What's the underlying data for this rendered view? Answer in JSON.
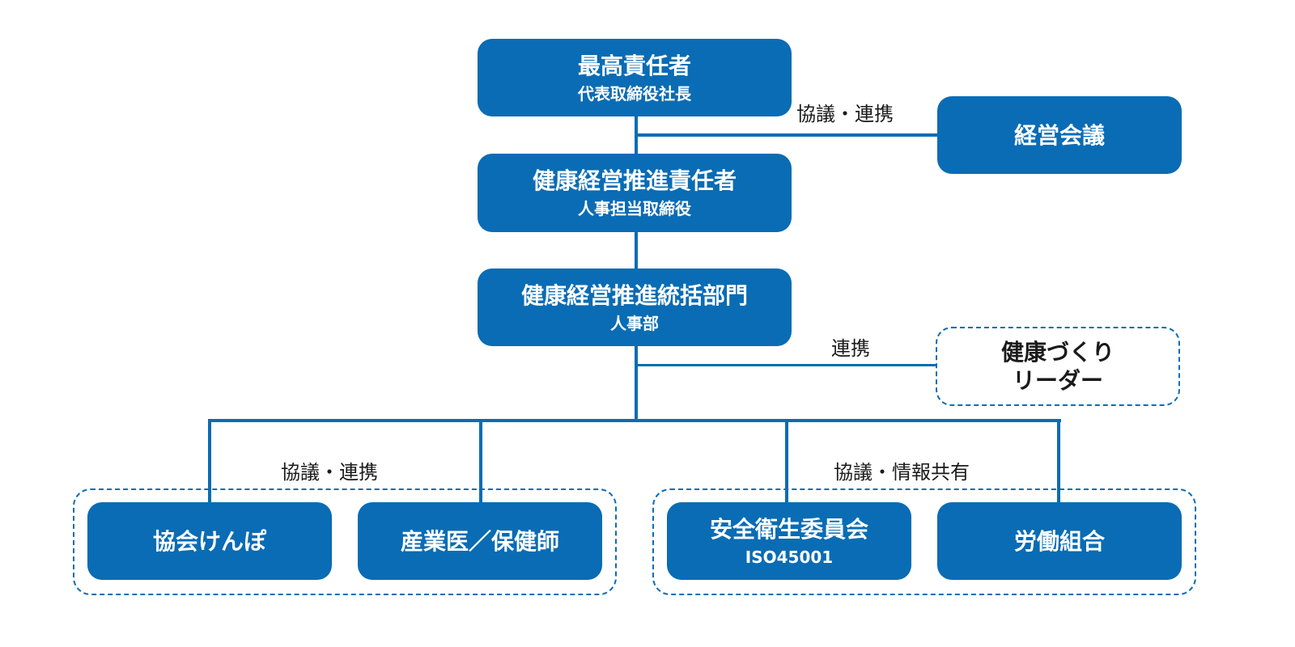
{
  "diagram": {
    "colors": {
      "primary": "#0a6cb4",
      "text_dark": "#1a1a1a",
      "background": "#ffffff"
    },
    "nodes": {
      "top": {
        "title": "最高責任者",
        "subtitle": "代表取締役社長"
      },
      "meeting": {
        "title": "経営会議"
      },
      "promotion": {
        "title": "健康経営推進責任者",
        "subtitle": "人事担当取締役"
      },
      "dept": {
        "title": "健康経営推進統括部門",
        "subtitle": "人事部"
      },
      "leader": {
        "title_line1": "健康づくり",
        "title_line2": "リーダー"
      },
      "kyokai": {
        "title": "協会けんぽ"
      },
      "doctor": {
        "title": "産業医／保健師"
      },
      "safety": {
        "title": "安全衛生委員会",
        "subtitle": "ISO45001"
      },
      "union": {
        "title": "労働組合"
      }
    },
    "connectors": {
      "meeting_link": "協議・連携",
      "leader_link": "連携",
      "left_group_link": "協議・連携",
      "right_group_link": "協議・情報共有"
    }
  }
}
